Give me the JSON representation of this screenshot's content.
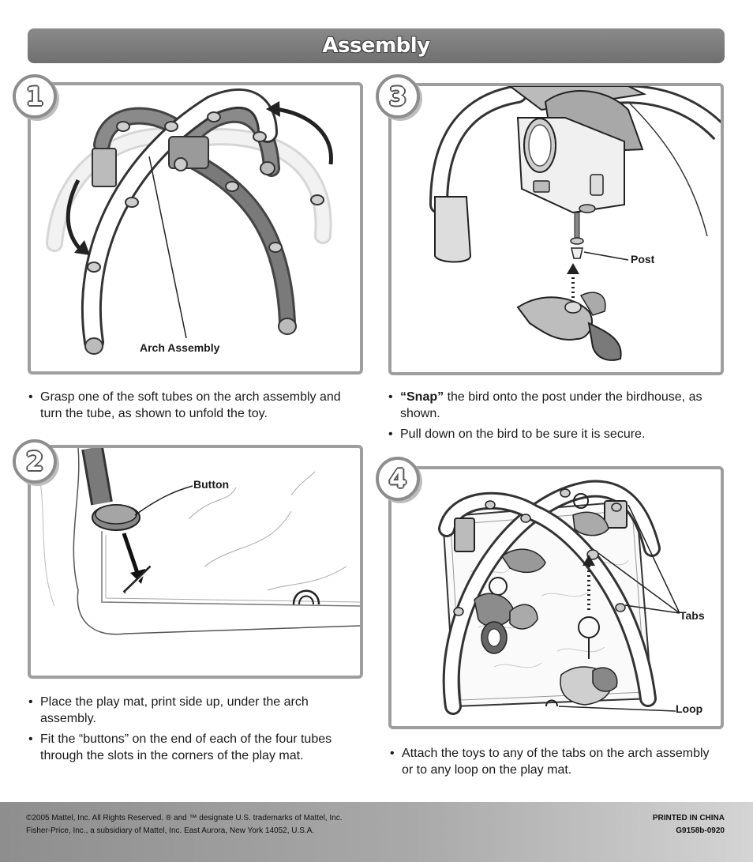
{
  "header": {
    "title": "Assembly"
  },
  "steps": [
    {
      "number": "1",
      "callouts": [
        "Arch Assembly"
      ],
      "instructions": [
        "Grasp one of the soft tubes on the arch assembly and turn the tube, as shown to unfold the toy."
      ]
    },
    {
      "number": "2",
      "callouts": [
        "Button"
      ],
      "instructions": [
        "Place the play mat, print side up, under the arch assembly.",
        "Fit the “buttons” on the end of each of the four tubes through the slots in the corners of the play mat."
      ]
    },
    {
      "number": "3",
      "callouts": [
        "Post"
      ],
      "instructions_bold": "“Snap”",
      "instructions": [
        " the bird onto the post under the birdhouse, as shown.",
        "Pull down on the bird to be sure it is secure."
      ]
    },
    {
      "number": "4",
      "callouts": [
        "Tabs",
        "Loop"
      ],
      "instructions": [
        "Attach the toys to any of the tabs on the arch assembly or to any loop on the play mat."
      ]
    }
  ],
  "footer": {
    "copyright_line1": "©2005 Mattel, Inc. All Rights Reserved. ® and ™ designate U.S. trademarks of Mattel, Inc.",
    "copyright_line2": "Fisher-Price, Inc., a subsidiary of Mattel, Inc. East Aurora, New York 14052, U.S.A.",
    "printed_in": "PRINTED IN CHINA",
    "part_number": "G9158b-0920"
  },
  "bullet_glyph": "•",
  "colors": {
    "header": "#7a7a7a",
    "panel_border": "#9e9e9e",
    "tube_dark": "#6e6e6e",
    "tube_light": "#e6e6e6"
  }
}
